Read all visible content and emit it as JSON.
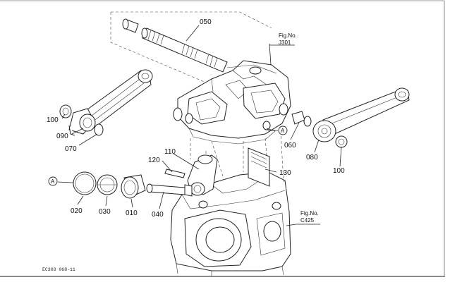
{
  "callouts": {
    "c050": "050",
    "c100_left": "100",
    "c090": "090",
    "c070": "070",
    "c060": "060",
    "c080": "080",
    "c100_right": "100",
    "c110": "110",
    "c120": "120",
    "c130": "130",
    "c020": "020",
    "c030": "030",
    "c010": "010",
    "c040": "040"
  },
  "figrefs": {
    "j301_line1": "Fig.No.",
    "j301_line2": "J301",
    "c425_line1": "Fig.No.",
    "c425_line2": "C425"
  },
  "markers": {
    "a_right": "A",
    "a_left": "A"
  },
  "footer": {
    "code": "EC303 068-11"
  }
}
